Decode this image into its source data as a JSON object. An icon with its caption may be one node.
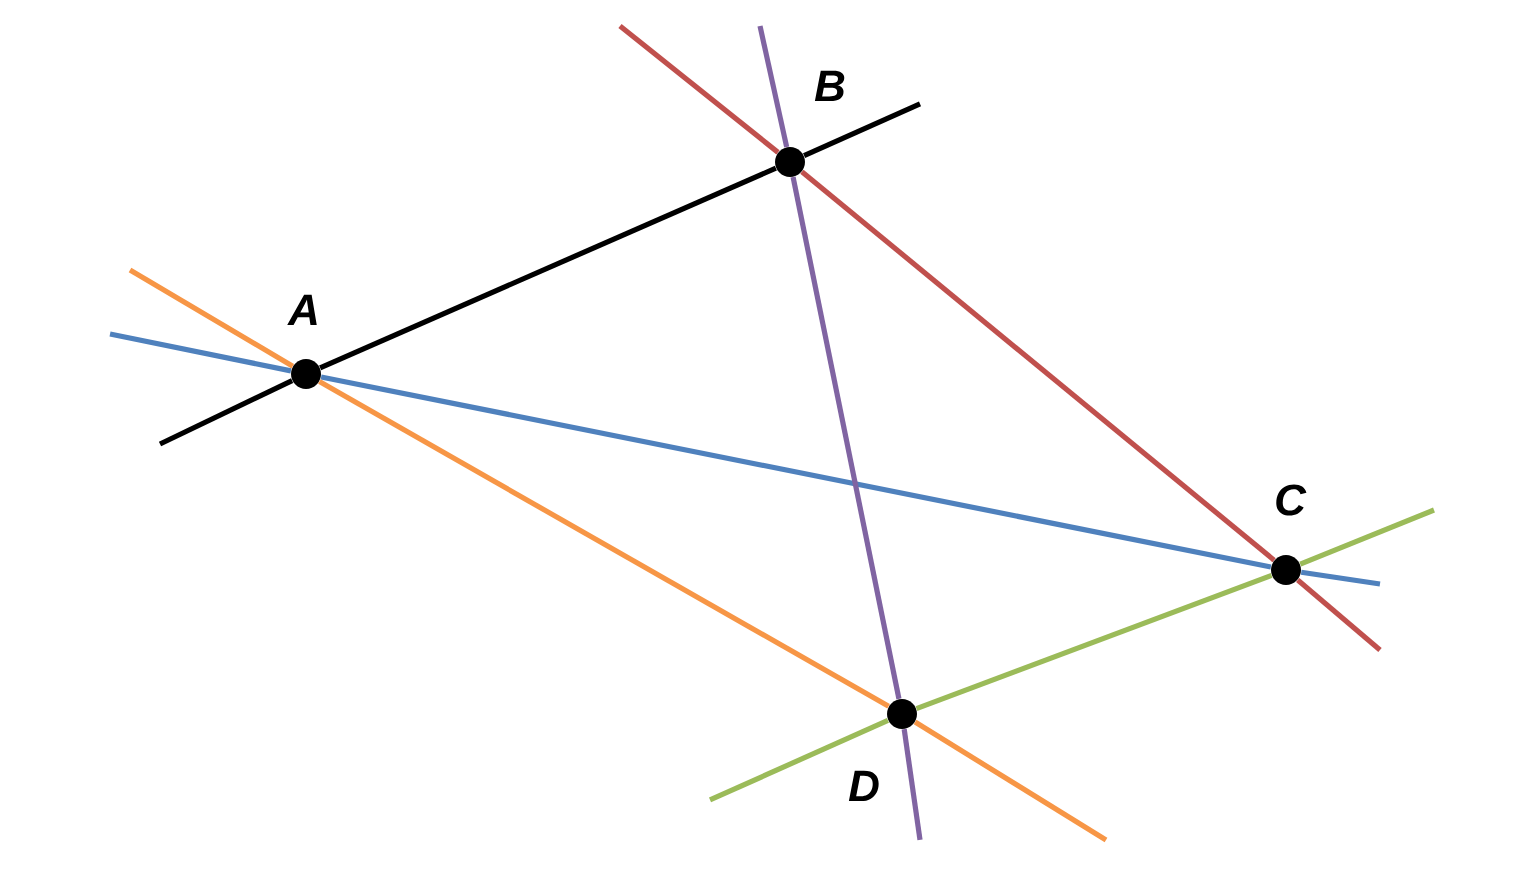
{
  "diagram": {
    "nodes": [
      {
        "text": [
          "A"
        ]
      },
      {
        "text": [
          "B"
        ]
      },
      {
        "text": [
          "C"
        ]
      },
      {
        "text": [
          "D"
        ]
      }
    ],
    "edges": [
      {
        "from": 0,
        "to": 1,
        "arrow": "none",
        "color": "#000000"
      },
      {
        "from": 0,
        "to": 2,
        "arrow": "none",
        "color": "#4f81bd"
      },
      {
        "from": 0,
        "to": 3,
        "arrow": "none",
        "color": "#f79646"
      },
      {
        "from": 1,
        "to": 3,
        "arrow": "none",
        "color": "#8064a2"
      },
      {
        "from": 1,
        "to": 2,
        "arrow": "none",
        "color": "#c0504d"
      },
      {
        "from": 2,
        "to": 3,
        "arrow": "none",
        "color": "#9bbb59"
      }
    ]
  }
}
